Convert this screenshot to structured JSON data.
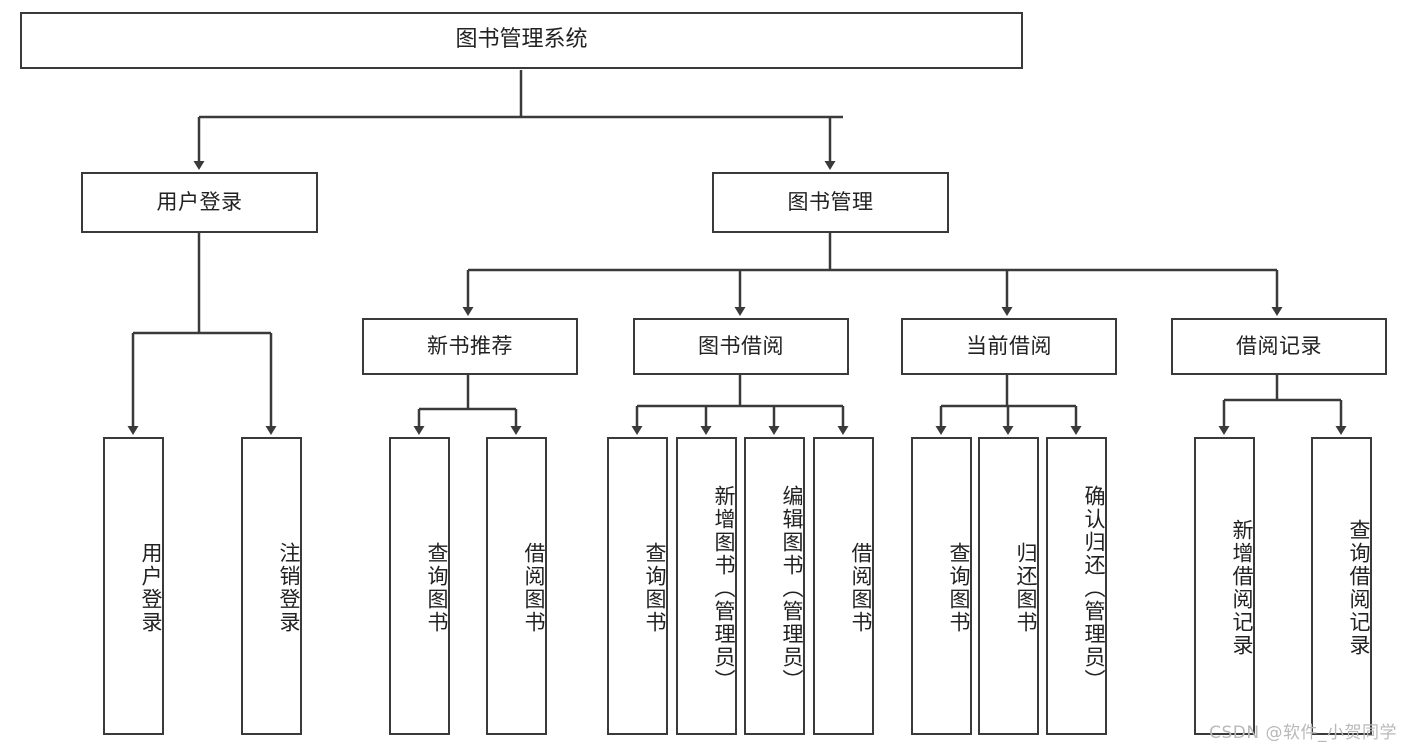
{
  "diagram": {
    "title": "图书管理系统",
    "watermark": "CSDN @软件_小贺同学",
    "stroke_color": "#3a3a3a",
    "text_color": "#222222",
    "background_color": "#ffffff",
    "nodes": {
      "root": {
        "label": "图书管理系统"
      },
      "level2": [
        {
          "label": "用户登录"
        },
        {
          "label": "图书管理"
        }
      ],
      "level3": [
        {
          "label": "新书推荐"
        },
        {
          "label": "图书借阅"
        },
        {
          "label": "当前借阅"
        },
        {
          "label": "借阅记录"
        }
      ],
      "leaves_user_login": [
        {
          "label": "用户登录"
        },
        {
          "label": "注销登录"
        }
      ],
      "leaves_new_books": [
        {
          "label": "查询图书"
        },
        {
          "label": "借阅图书"
        }
      ],
      "leaves_borrow": [
        {
          "label": "查询图书"
        },
        {
          "label": "新增图书（管理员）"
        },
        {
          "label": "编辑图书（管理员）"
        },
        {
          "label": "借阅图书"
        }
      ],
      "leaves_current": [
        {
          "label": "查询图书"
        },
        {
          "label": "归还图书"
        },
        {
          "label": "确认归还（管理员）"
        }
      ],
      "leaves_records": [
        {
          "label": "新增借阅记录"
        },
        {
          "label": "查询借阅记录"
        }
      ]
    }
  }
}
